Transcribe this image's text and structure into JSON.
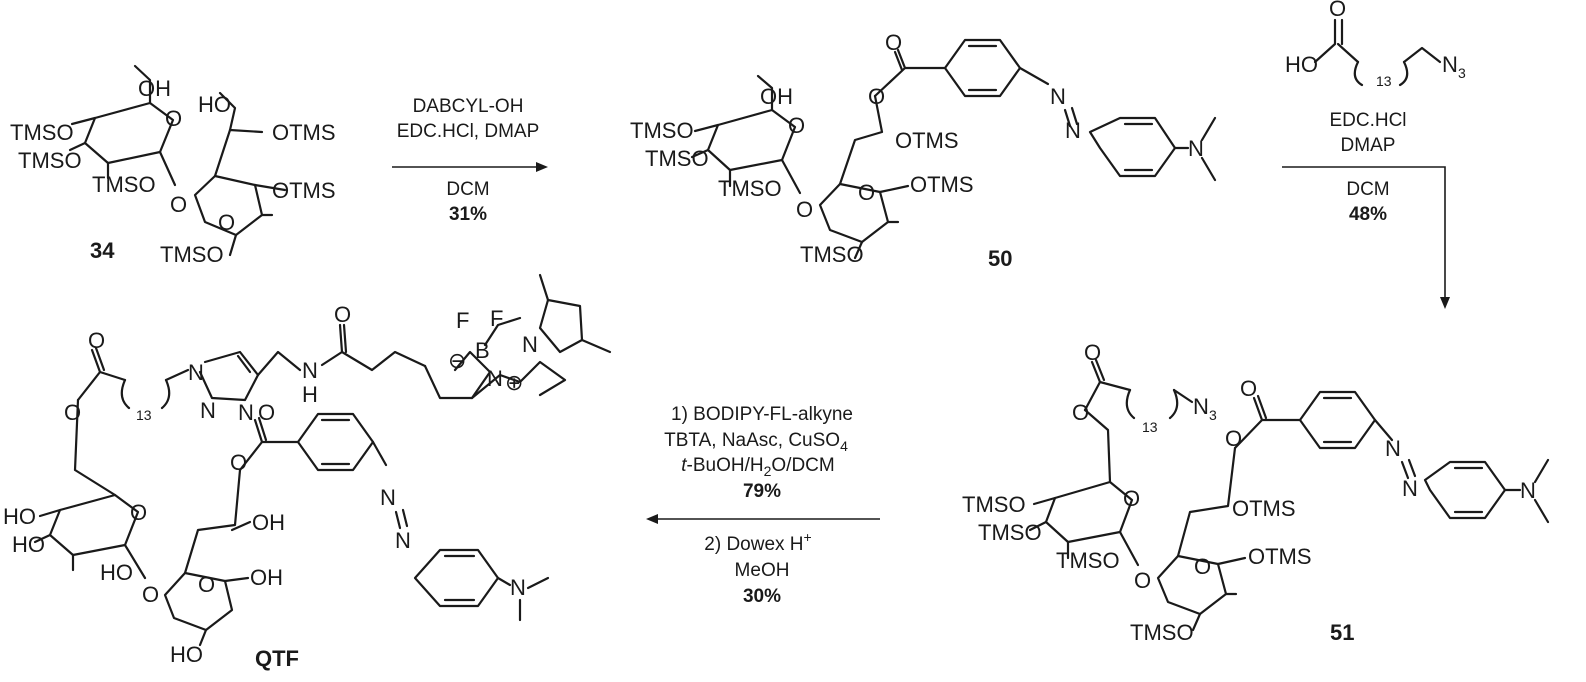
{
  "compounds": {
    "c34": {
      "label": "34",
      "OH_top": "OH",
      "HO_ring2": "HO",
      "OTMS_1": "OTMS",
      "OTMS_2": "OTMS",
      "TMSO_1": "TMSO",
      "TMSO_2": "TMSO",
      "TMSO_3": "TMSO",
      "TMSO_4": "TMSO",
      "O_a": "O",
      "O_b": "O",
      "O_link": "O"
    },
    "c50": {
      "label": "50",
      "OH_top": "OH",
      "OTMS_1": "OTMS",
      "OTMS_2": "OTMS",
      "TMSO_1": "TMSO",
      "TMSO_2": "TMSO",
      "TMSO_3": "TMSO",
      "TMSO_4": "TMSO",
      "N1": "N",
      "N2": "N",
      "NMe": "N",
      "O_carbonyl": "O",
      "O_ester": "O",
      "O_a": "O",
      "O_b": "O",
      "O_link": "O"
    },
    "c51": {
      "label": "51",
      "N3": "N",
      "N3_sub": "3",
      "repeat": "13",
      "OTMS_1": "OTMS",
      "OTMS_2": "OTMS",
      "TMSO_1": "TMSO",
      "TMSO_2": "TMSO",
      "TMSO_3": "TMSO",
      "TMSO_4": "TMSO",
      "N1": "N",
      "N2": "N",
      "NMe": "N",
      "O_carbonyl1": "O",
      "O_ester1": "O",
      "O_carbonyl2": "O",
      "O_ester2": "O",
      "O_a": "O",
      "O_b": "O",
      "O_link": "O"
    },
    "qtf": {
      "label": "QTF",
      "repeat": "13",
      "HO_1": "HO",
      "HO_2": "HO",
      "HO_3": "HO",
      "HO_4": "HO",
      "OH_1": "OH",
      "OH_2": "OH",
      "N_tri1": "N",
      "N_tri2": "N",
      "N_tri3": "N",
      "NH": "N",
      "H": "H",
      "F1": "F",
      "F2": "F",
      "B": "B",
      "N_bod1": "N",
      "N_bod2": "N",
      "minus": "⊖",
      "plus": "⊕",
      "N_azo1": "N",
      "N_azo2": "N",
      "NMe": "N",
      "O_carbonyl1": "O",
      "O_ester1": "O",
      "O_carbonyl2": "O",
      "O_ester2": "O",
      "O_amide": "O",
      "O_a": "O",
      "O_b": "O",
      "O_link": "O"
    },
    "reagent": {
      "HO": "HO",
      "O": "O",
      "repeat": "13",
      "N3": "N",
      "N3_sub": "3"
    }
  },
  "steps": {
    "step1": {
      "line1": "DABCYL-OH",
      "line2": "EDC.HCl, DMAP",
      "line3": "DCM",
      "yield": "31%"
    },
    "step2": {
      "line1": "EDC.HCl",
      "line2": "DMAP",
      "line3": "DCM",
      "yield": "48%"
    },
    "step3": {
      "line1": "1) BODIPY-FL-alkyne",
      "line2a": "TBTA, NaAsc, CuSO",
      "line2b": "4",
      "line3a": "t",
      "line3b": "-BuOH/H",
      "line3c": "2",
      "line3d": "O/DCM",
      "yield": "79%",
      "line4a": "2) Dowex H",
      "line4b": "+",
      "line5": "MeOH",
      "yield2": "30%"
    }
  }
}
